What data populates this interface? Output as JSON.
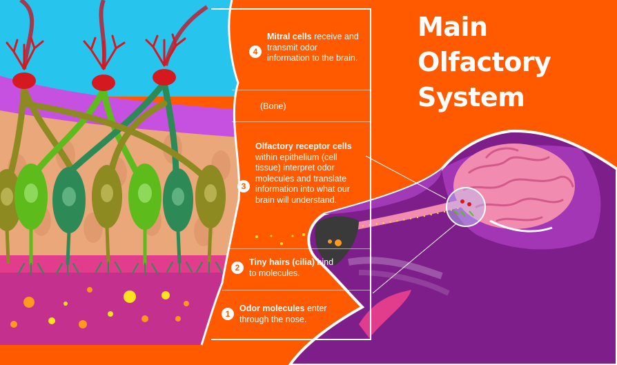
{
  "title": {
    "line1": "Main",
    "line2": "Olfactory",
    "line3": "System"
  },
  "steps": [
    {
      "num": "4",
      "bold": "Mitral cells",
      "text": " receive and transmit odor information to the brain."
    },
    {
      "num": "",
      "bold": "",
      "text": "(Bone)"
    },
    {
      "num": "3",
      "bold": "Olfactory receptor cells",
      "text": " within epithelium (cell tissue) interpret odor molecules and translate information into what our brain will understand."
    },
    {
      "num": "2",
      "bold": "Tiny hairs (cilia)",
      "text": " bind to molecules."
    },
    {
      "num": "1",
      "bold": "Odor molecules",
      "text": " enter through the nose."
    }
  ],
  "colors": {
    "background": "#ff5a00",
    "mucus": "#c4308e",
    "cilia_layer": "#e23c8c",
    "epithelium": "#e9a77a",
    "bone": "#c651e0",
    "bulb": "#27c4ee",
    "mitral": "#d41920",
    "neuron_green": "#5dbb1c",
    "neuron_olive": "#8d8a22",
    "neuron_teal": "#2d8a57",
    "dog": "#7d1e8a",
    "brain": "#f28bb0"
  }
}
